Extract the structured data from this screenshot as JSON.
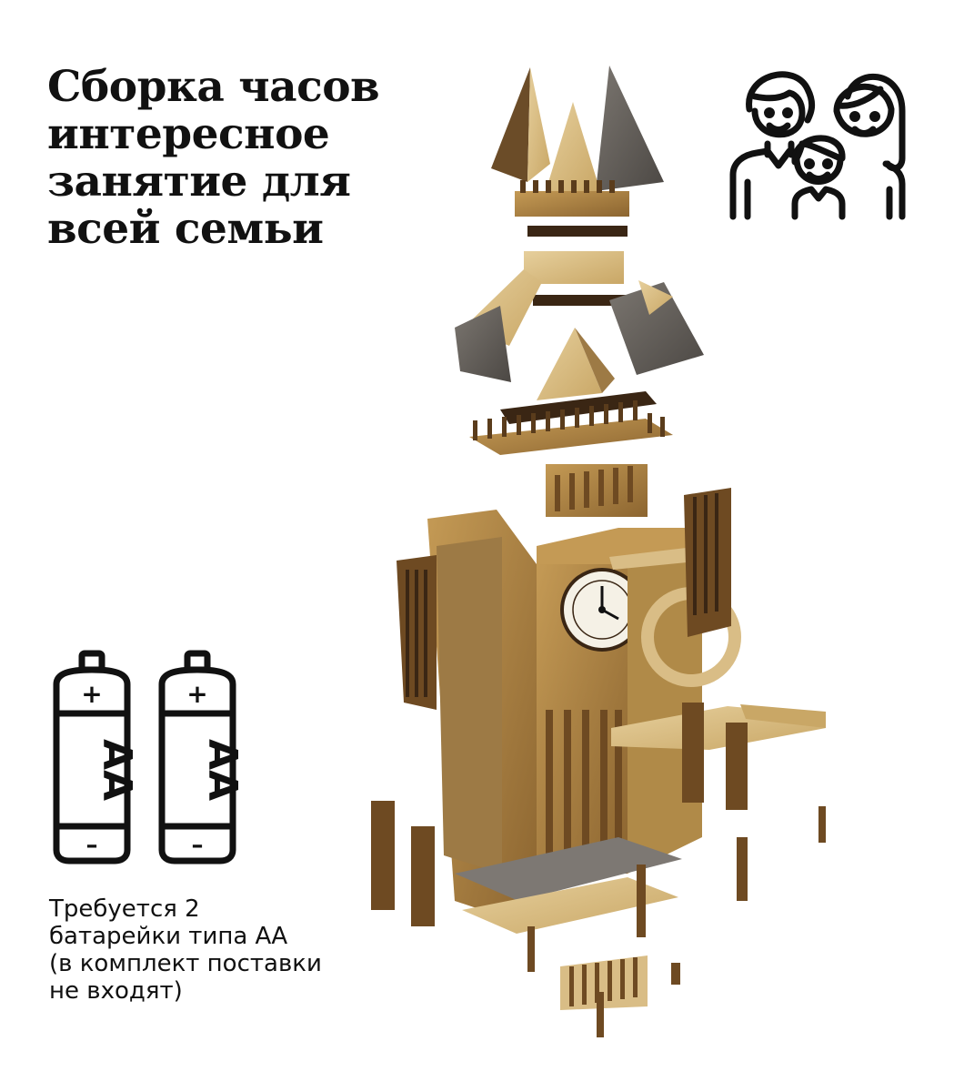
{
  "headline": {
    "lines": [
      "Сборка часов",
      "интересное",
      "занятие для",
      "всей семьи"
    ]
  },
  "icons": {
    "family": "family-icon",
    "battery": "battery-icon",
    "product": "clock-tower-kit-illustration"
  },
  "batteries": {
    "count": 2,
    "plus_symbol": "+",
    "minus_symbol": "–",
    "label_on_battery": "AA",
    "text_lines": [
      "Требуется 2",
      "батарейки типа АА",
      "(в комплект поставки",
      "не входят)"
    ]
  },
  "colors": {
    "wood_light": "#d9bd86",
    "wood_mid": "#b08a48",
    "wood_dark": "#6e4a22",
    "roof_grey": "#5f5a55",
    "text": "#111111"
  }
}
